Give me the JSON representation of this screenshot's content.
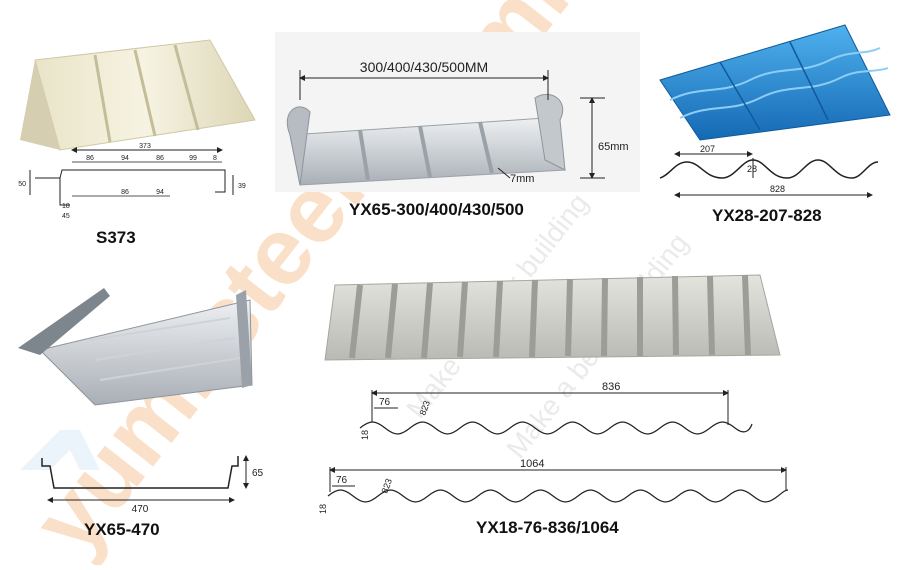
{
  "watermark": {
    "brand": "yumi steel",
    "tagline": "Make a better building",
    "color": "#f3a86a"
  },
  "products": {
    "s373": {
      "name": "S373",
      "dims": {
        "total": "373",
        "top_1": "86",
        "top_2": "94",
        "top_3": "86",
        "top_4": "99",
        "top_5": "8",
        "bottom_1": "86",
        "bottom_2": "94",
        "left_height": "50",
        "right_height": "39",
        "lip_1": "18",
        "lip_2": "45"
      }
    },
    "yx65_300": {
      "name": "YX65-300/400/430/500",
      "dims": {
        "width": "300/400/430/500MM",
        "height": "65mm",
        "rib": "7mm"
      }
    },
    "yx28": {
      "name": "YX28-207-828",
      "dims": {
        "pitch": "207",
        "height": "28",
        "cover": "828"
      },
      "color": "#1f8fd8"
    },
    "yx65_470": {
      "name": "YX65-470",
      "dims": {
        "width": "470",
        "height": "65"
      }
    },
    "yx18": {
      "name": "YX18-76-836/1064",
      "profile_836": {
        "cover": "836",
        "pitch": "76",
        "width": "823",
        "height": "18"
      },
      "profile_1064": {
        "cover": "1064",
        "pitch": "76",
        "width": "823",
        "height": "18"
      }
    }
  }
}
